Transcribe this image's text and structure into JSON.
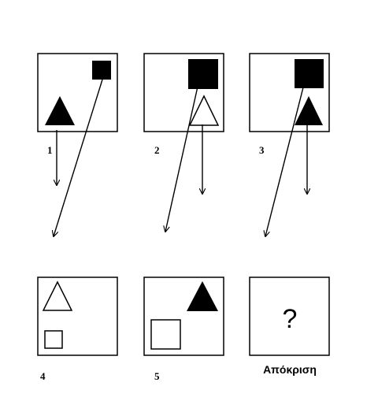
{
  "panels": [
    {
      "label": "1"
    },
    {
      "label": "2"
    },
    {
      "label": "3"
    },
    {
      "label": "4"
    },
    {
      "label": "5"
    },
    {
      "label": "Απόκριση",
      "content": "?"
    }
  ],
  "colors": {
    "stroke": "#000000",
    "fill_dark": "#000000",
    "fill_light": "#ffffff"
  }
}
